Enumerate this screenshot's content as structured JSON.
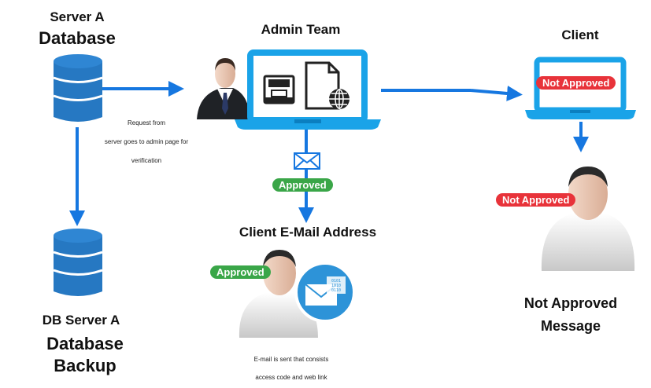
{
  "colors": {
    "arrow": "#1677e0",
    "laptop": "#1aa3e8",
    "db": "#2678c2",
    "approved": "#3aa648",
    "not_approved": "#e8333a"
  },
  "icons": [
    "database-icon",
    "laptop-icon",
    "businessman-icon",
    "envelope-icon",
    "user-icon",
    "inbox-icon",
    "document-icon",
    "globe-icon"
  ],
  "nodes": {
    "server_a": {
      "line1": "Server A",
      "line2": "Database"
    },
    "db_backup": {
      "line1": "DB Server A",
      "line2": "Database",
      "line3": "Backup"
    },
    "admin": {
      "title": "Admin Team"
    },
    "client": {
      "title": "Client",
      "badge": "Not Approved"
    },
    "email": {
      "title": "Client E-Mail Address",
      "badge": "Approved",
      "caption1": "E-mail is sent that consists",
      "caption2": "access code and web link"
    },
    "not_approved": {
      "badge": "Not Approved",
      "line1": "Not Approved",
      "line2": "Message"
    }
  },
  "edges": {
    "server_to_admin": {
      "note1": "Request from",
      "note2": "server goes to admin page for",
      "note3": "verification"
    },
    "admin_to_email": {
      "badge": "Approved"
    }
  }
}
